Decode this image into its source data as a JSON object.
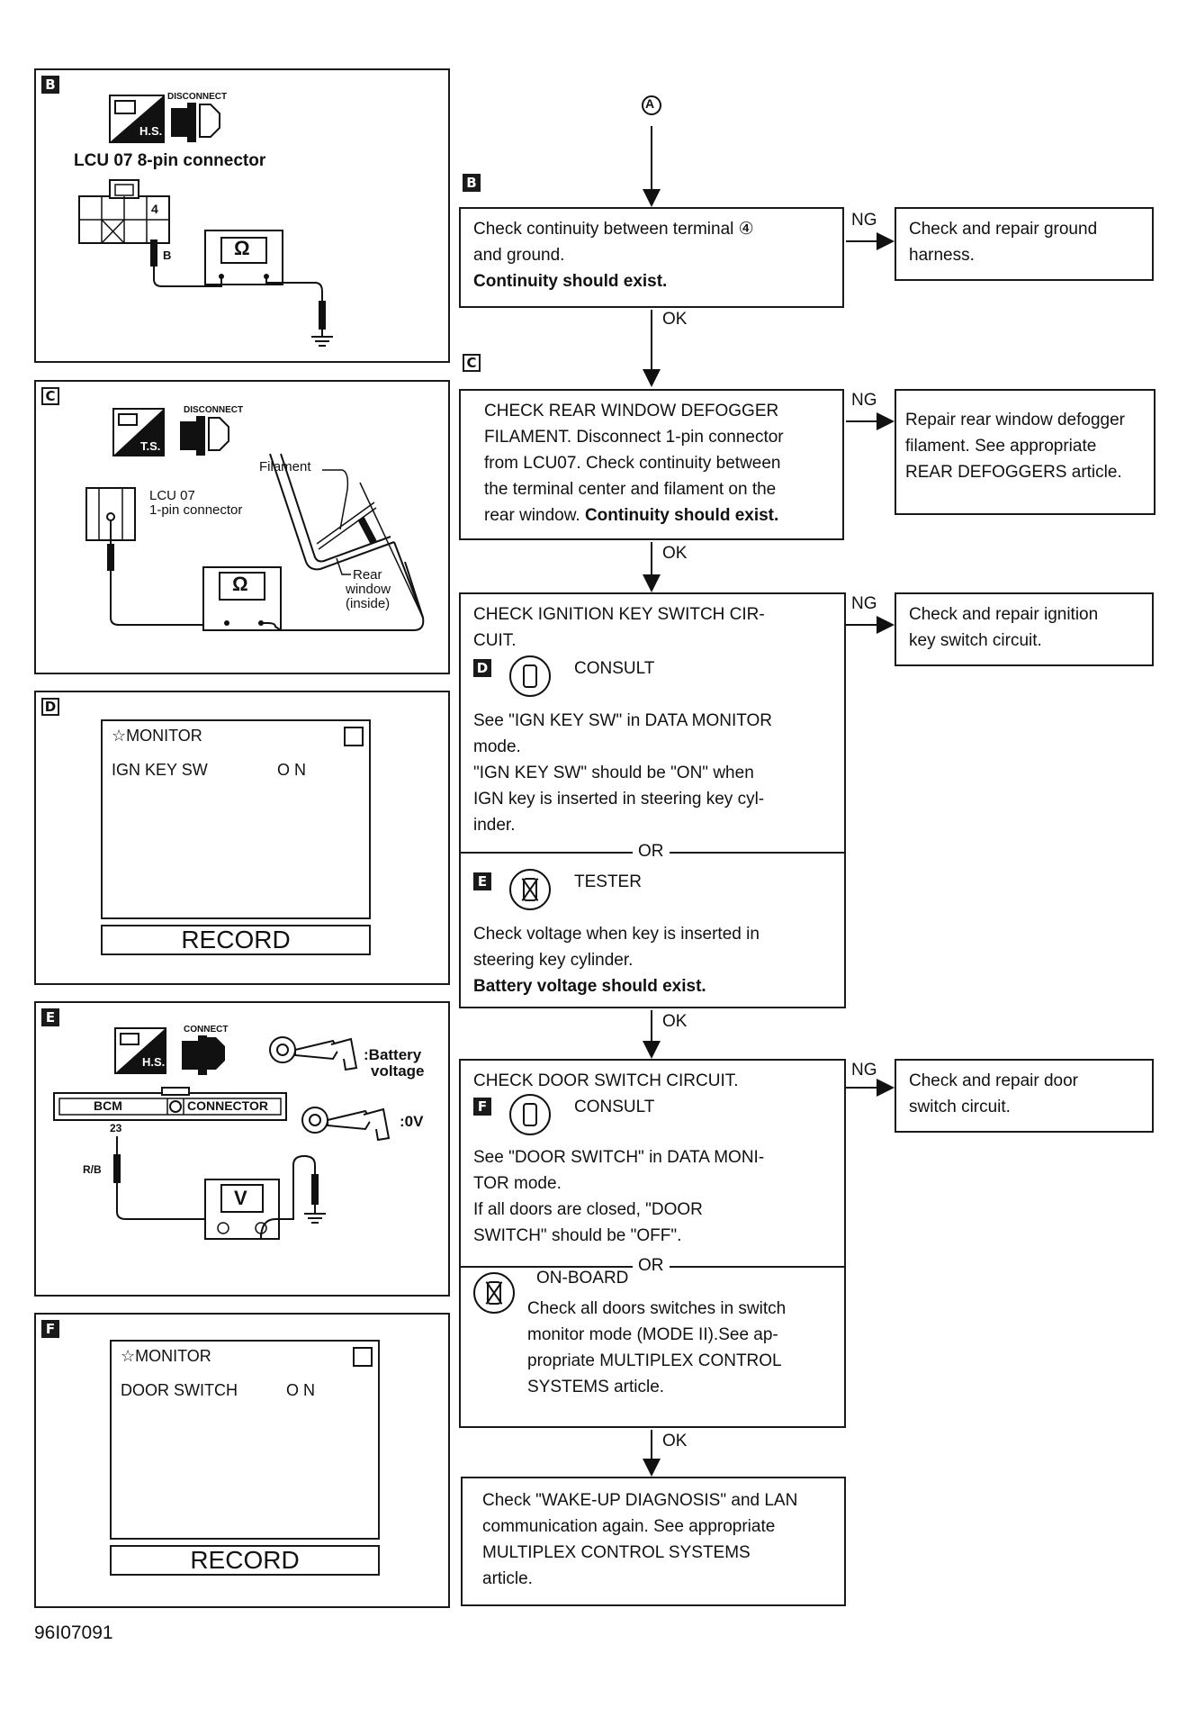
{
  "figure_id": "96I07091",
  "circle_ref": "A",
  "panels": {
    "B": {
      "tag": "B",
      "hs_label": "H.S.",
      "disconnect": "DISCONNECT",
      "title": "LCU 07 8-pin connector",
      "pin_label": "4",
      "wire_label": "B",
      "meter": "Ω"
    },
    "C": {
      "tag": "C",
      "ts_label": "T.S.",
      "disconnect": "DISCONNECT",
      "connector_line1": "LCU 07",
      "connector_line2": "1-pin connector",
      "filament_label": "Filament",
      "rear_line1": "Rear",
      "rear_line2": "window",
      "rear_line3": "(inside)",
      "meter": "Ω"
    },
    "D": {
      "tag": "D",
      "monitor_title": "☆MONITOR",
      "item": "IGN KEY SW",
      "value": "O N",
      "record": "RECORD"
    },
    "E": {
      "tag": "E",
      "hs_label": "H.S.",
      "connect": "CONNECT",
      "battery_line1": ":Battery",
      "battery_line2": "voltage",
      "zero": ":0V",
      "bcm": "BCM",
      "connector": "CONNECTOR",
      "pin": "23",
      "wire": "R/B",
      "meter": "V"
    },
    "F": {
      "tag": "F",
      "monitor_title": "☆MONITOR",
      "item": "DOOR SWITCH",
      "value": "O N",
      "record": "RECORD"
    }
  },
  "flow": {
    "step1": {
      "tag": "B",
      "line1": "Check continuity between terminal ④",
      "line2": "and ground.",
      "bold": "Continuity should exist.",
      "ng": "NG",
      "ng_text_1": "Check and repair ground",
      "ng_text_2": "harness.",
      "ok": "OK"
    },
    "step2": {
      "tag": "C",
      "line1": "CHECK REAR WINDOW DEFOGGER",
      "line2": "FILAMENT. Disconnect 1-pin connector",
      "line3": "from LCU07. Check continuity between",
      "line4": "the terminal center and filament on the",
      "line5": "rear window.",
      "bold": "Continuity should exist.",
      "ng": "NG",
      "ng_text_1": "Repair rear window defogger",
      "ng_text_2": "filament. See appropriate",
      "ng_text_3": "REAR DEFOGGERS article.",
      "ok": "OK"
    },
    "step3": {
      "line1": "CHECK IGNITION KEY SWITCH CIR-",
      "line2": "CUIT.",
      "consult_tag": "D",
      "consult": "CONSULT",
      "c1": "See \"IGN KEY SW\" in DATA MONITOR",
      "c2": "mode.",
      "c3": "\"IGN KEY SW\" should be \"ON\" when",
      "c4": "IGN key is inserted in steering key cyl-",
      "c5": "inder.",
      "or": "OR",
      "tester_tag": "E",
      "tester": "TESTER",
      "t1": "Check voltage when key is inserted in",
      "t2": "steering key cylinder.",
      "t_bold": "Battery voltage should exist.",
      "ng": "NG",
      "ng_text_1": "Check and repair ignition",
      "ng_text_2": "key switch circuit.",
      "ok": "OK"
    },
    "step4": {
      "line1": "CHECK DOOR SWITCH CIRCUIT.",
      "consult_tag": "F",
      "consult": "CONSULT",
      "c1": "See \"DOOR SWITCH\" in DATA MONI-",
      "c2": "TOR mode.",
      "c3": "If all doors are closed, \"DOOR",
      "c4": "SWITCH\" should be \"OFF\".",
      "or": "OR",
      "onboard": "ON-BOARD",
      "o1": "Check all doors switches in switch",
      "o2": "monitor mode (MODE II).See ap-",
      "o3": "propriate MULTIPLEX CONTROL",
      "o4": "SYSTEMS article.",
      "ng": "NG",
      "ng_text_1": "Check and repair door",
      "ng_text_2": "switch circuit.",
      "ok": "OK"
    },
    "step5": {
      "line1": "Check \"WAKE-UP DIAGNOSIS\" and LAN",
      "line2": "communication again. See appropriate",
      "line3": "MULTIPLEX CONTROL SYSTEMS",
      "line4": "article."
    }
  }
}
